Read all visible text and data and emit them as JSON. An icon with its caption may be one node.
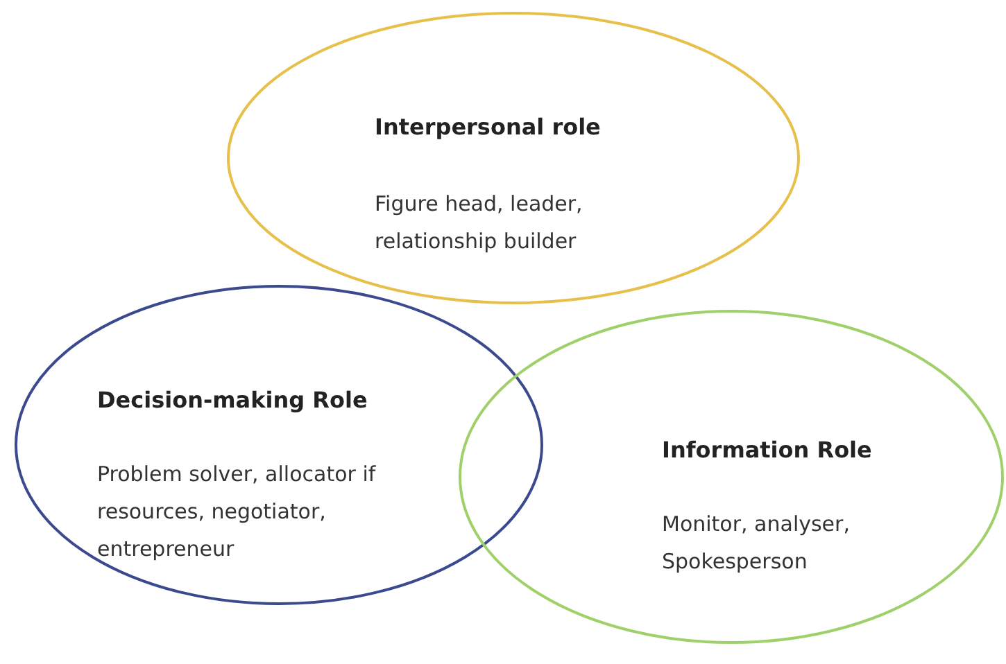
{
  "diagram": {
    "nodes": [
      {
        "text": [
          "Interpersonal role",
          "Figure head, leader, relationship builder"
        ]
      },
      {
        "text": [
          "Decision-making Role",
          "Problem solver, allocator if resources, negotiator, entrepreneur"
        ]
      },
      {
        "text": [
          "Information Role",
          "Monitor, analyser, Spokesperson"
        ]
      }
    ]
  }
}
